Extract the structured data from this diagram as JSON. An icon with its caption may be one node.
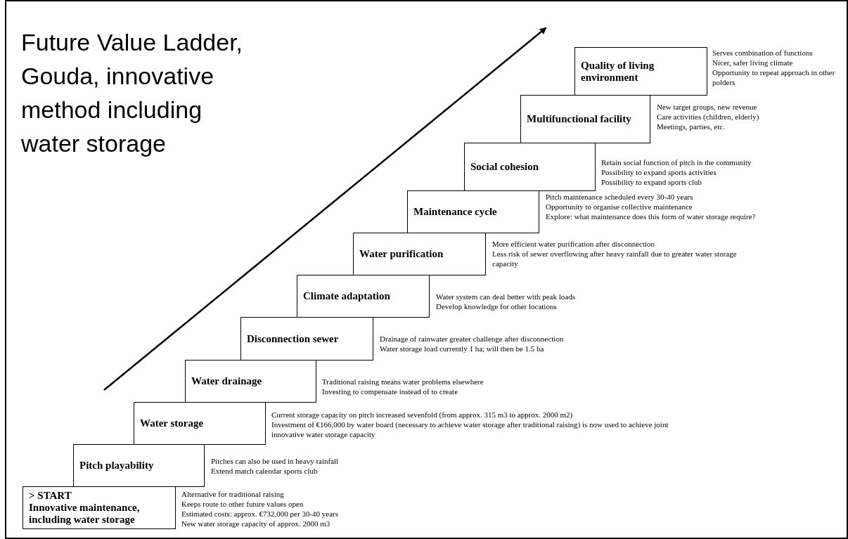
{
  "diagram": {
    "title": "Future Value Ladder, Gouda, innovative method including water storage",
    "nodes": [
      {
        "text": [
          "> START",
          "Innovative maintenance, including water storage"
        ],
        "beside": [
          "Alternative for traditional raising",
          "Keeps route to other future values open",
          "Estimated costs: approx. €732,000 per 30-40 years",
          "New water storage capacity of approx. 2000 m3"
        ]
      },
      {
        "text": [
          "Pitch playability"
        ],
        "beside": [
          "Pitches can also be used in heavy rainfall",
          "Extend match calendar sports club"
        ]
      },
      {
        "text": [
          "Water storage"
        ],
        "beside": [
          "Current storage capacity on pitch increased sevenfold (from approx. 315 m3 to approx. 2000 m2)",
          "Investment of €166,000 by water board (necessary to achieve water storage after traditional raising) is now used to achieve joint innovative water storage capacity"
        ]
      },
      {
        "text": [
          "Water drainage"
        ],
        "beside": [
          "Traditional raising means water problems elsewhere",
          "Investing to compensate instead of to create"
        ]
      },
      {
        "text": [
          "Disconnection sewer"
        ],
        "beside": [
          "Drainage of rainwater greater challenge after disconnection",
          "Water storage load currently 1 ha; will then be 1.5 ha"
        ]
      },
      {
        "text": [
          "Climate adaptation"
        ],
        "beside": [
          "Water system can deal better with peak loads",
          "Develop knowledge for other locations"
        ]
      },
      {
        "text": [
          "Water purification"
        ],
        "beside": [
          "More efficient water purification after disconnection",
          "Less risk of sewer overflowing after heavy rainfall due to greater water storage capacity"
        ]
      },
      {
        "text": [
          "Maintenance cycle"
        ],
        "beside": [
          "Pitch maintenance scheduled every 30-40 years",
          "Opportunity to organise collective maintenance",
          "Explore: what maintenance does this form of water storage require?"
        ]
      },
      {
        "text": [
          "Social cohesion"
        ],
        "beside": [
          "Retain social function of pitch in the community",
          "Possibility to expand sports activities",
          "Possibility to expand sports club"
        ]
      },
      {
        "text": [
          "Multifunctional facility"
        ],
        "beside": [
          "New target groups, new revenue",
          "Care activities (children, elderly)",
          "Meetings, parties, etc."
        ]
      },
      {
        "text": [
          "Quality of living environment"
        ],
        "beside": [
          "Serves combination of functions",
          "Nicer, safer living climate",
          "Opportunity to repeat approach in other polders"
        ]
      }
    ]
  }
}
